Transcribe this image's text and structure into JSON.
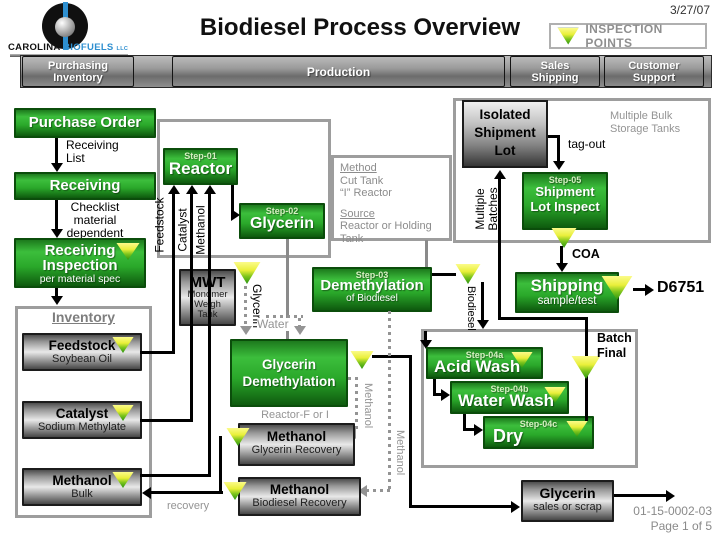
{
  "meta": {
    "date": "3/27/07",
    "doc_number": "01-15-0002-03",
    "page": "Page 1 of 5"
  },
  "header": {
    "title": "Biodiesel Process Overview",
    "legend": "INSPECTION POINTS",
    "logo": {
      "word1": "CAROLINA",
      "word2": "BIOFUELS",
      "suffix": "LLC"
    }
  },
  "nav": [
    "Purchasing\nInventory",
    "Production",
    "Sales\nShipping",
    "Customer\nSupport"
  ],
  "left_flow": {
    "purchase_order": "Purchase Order",
    "arrow1_label": "Receiving\nList",
    "receiving": "Receiving",
    "arrow2_label": "Checklist\nmaterial\ndependent",
    "receiving_inspection_title": "Receiving\nInspection",
    "receiving_inspection_sub": "per material spec",
    "inventory_title": "Inventory",
    "items": [
      {
        "name": "Feedstock",
        "sub": "Soybean Oil"
      },
      {
        "name": "Catalyst",
        "sub": "Sodium Methylate"
      },
      {
        "name": "Methanol",
        "sub": "Bulk"
      }
    ]
  },
  "production": {
    "step01_tag": "Step-01",
    "step01": "Reactor",
    "step02_tag": "Step-02",
    "step02": "Glycerin",
    "inputs": [
      "Feedstock",
      "Catalyst",
      "Methanol"
    ],
    "mwt_title": "MWT",
    "mwt_sub": "Monomer\nWeigh\nTank",
    "method_label": "Method",
    "method_lines": "Cut Tank\n“I” Reactor",
    "source_label": "Source",
    "source_lines": "Reactor or Holding Tank"
  },
  "middle": {
    "glycerin_line_label": "Glycerin",
    "water_label": "Water",
    "step03_tag": "Step-03",
    "step03": "Demethylation",
    "step03_sub": "of Biodiesel",
    "biodiesel_label": "Biodiesel",
    "glycerin_demeth": "Glycerin\nDemethylation",
    "reactor_f": "Reactor-F or I",
    "methanol_label1": "Methanol",
    "methanol_label2": "Methanol"
  },
  "wash": {
    "step04a_tag": "Step-04a",
    "step04a": "Acid Wash",
    "step04b_tag": "Step-04b",
    "step04b": "Water Wash",
    "step04c_tag": "Step-04c",
    "step04c": "Dry",
    "batch_final": "Batch\nFinal"
  },
  "shipping": {
    "isolated_lot": "Isolated\nShipment\nLot",
    "tag_out": "tag-out",
    "bulk_tanks": "Multiple Bulk\nStorage Tanks",
    "step05_tag": "Step-05",
    "step05": "Shipment\nLot Inspect",
    "multiple_batches": "Multiple\nBatches",
    "coa": "COA",
    "shipping_title": "Shipping",
    "shipping_sub": "sample/test",
    "d6751": "D6751"
  },
  "recovery": {
    "methanol_glycerin_title": "Methanol",
    "methanol_glycerin_sub": "Glycerin Recovery",
    "methanol_biodiesel_title": "Methanol",
    "methanol_biodiesel_sub": "Biodiesel Recovery",
    "recovery_label": "recovery",
    "glycerin_sales_title": "Glycerin",
    "glycerin_sales_sub": "sales or scrap"
  },
  "colors": {
    "process_green": "#2aa82a",
    "inspection_yellow": "#e9ef3a",
    "inspection_green": "#2a9410",
    "logo_blue": "#2e8fd0",
    "panel_gray": "#9d9d9d"
  }
}
